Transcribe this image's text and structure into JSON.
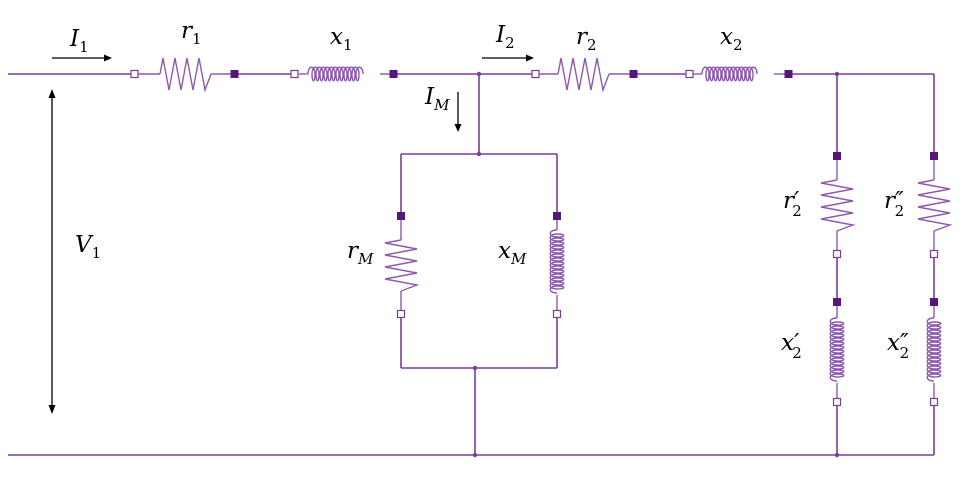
{
  "colors": {
    "wire": "#7a3d99",
    "component": "#8e5aad",
    "filled_terminal": "#55177a",
    "arrow": "#000000",
    "background": "#ffffff"
  },
  "labels": {
    "I1": {
      "main": "I",
      "sub": "1"
    },
    "r1": {
      "main": "r",
      "sub": "1"
    },
    "x1": {
      "main": "x",
      "sub": "1"
    },
    "I2": {
      "main": "I",
      "sub": "2"
    },
    "r2": {
      "main": "r",
      "sub": "2"
    },
    "x2": {
      "main": "x",
      "sub": "2"
    },
    "IM": {
      "main": "I",
      "sub": "M"
    },
    "V1": {
      "main": "V",
      "sub": "1"
    },
    "rM": {
      "main": "r",
      "sub": "M"
    },
    "xM": {
      "main": "x",
      "sub": "M"
    },
    "r2p": {
      "main": "r",
      "prime": "′",
      "sub": "2"
    },
    "r2pp": {
      "main": "r",
      "prime": "″",
      "sub": "2"
    },
    "x2p": {
      "main": "x",
      "prime": "′",
      "sub": "2"
    },
    "x2pp": {
      "main": "x",
      "prime": "″",
      "sub": "2"
    }
  },
  "components": {
    "resistors": [
      "r1",
      "r2",
      "rM",
      "r2p",
      "r2pp"
    ],
    "inductors": [
      "x1",
      "x2",
      "xM",
      "x2p",
      "x2pp"
    ]
  },
  "icons": {
    "resistor": "zigzag-resistor-icon",
    "inductor": "coil-inductor-icon",
    "arrow": "current-arrow-icon"
  }
}
